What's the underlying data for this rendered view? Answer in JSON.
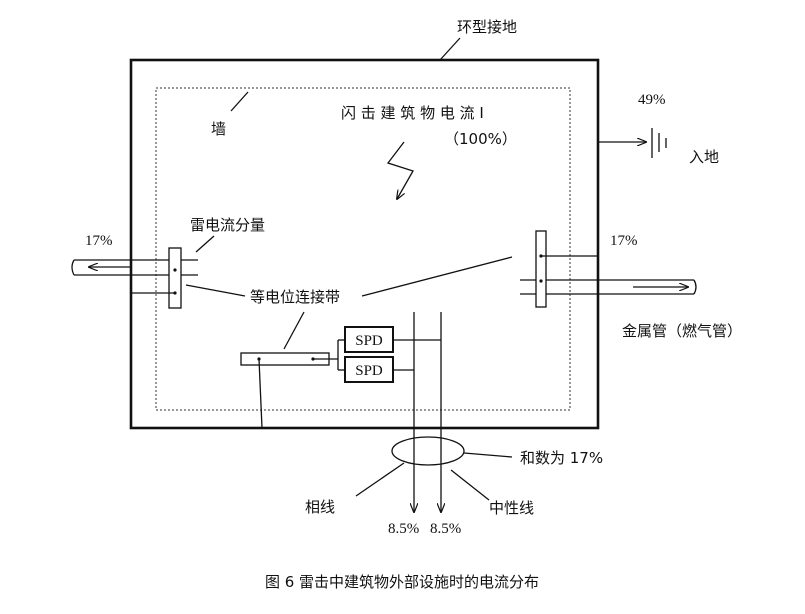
{
  "labels": {
    "ring_ground": "环型接地",
    "wall": "墙",
    "strike_title": "闪 击 建 筑 物 电 流 I",
    "strike_pct": "（100%）",
    "ground_pct": "49%",
    "ground_label": "入地",
    "shunt_label": "雷电流分量",
    "left_pct": "17%",
    "right_pct": "17%",
    "bonding_bar": "等电位连接带",
    "metal_pipe": "金属管（燃气管）",
    "spd_top": "SPD",
    "spd_bottom": "SPD",
    "sum_label": "和数为 17%",
    "phase_line": "相线",
    "neutral_line": "中性线",
    "phase_pct": "8.5%",
    "neutral_pct": "8.5%"
  },
  "caption": "图 6   雷击中建筑物外部设施时的电流分布",
  "colors": {
    "ink": "#111111",
    "background": "#ffffff"
  }
}
